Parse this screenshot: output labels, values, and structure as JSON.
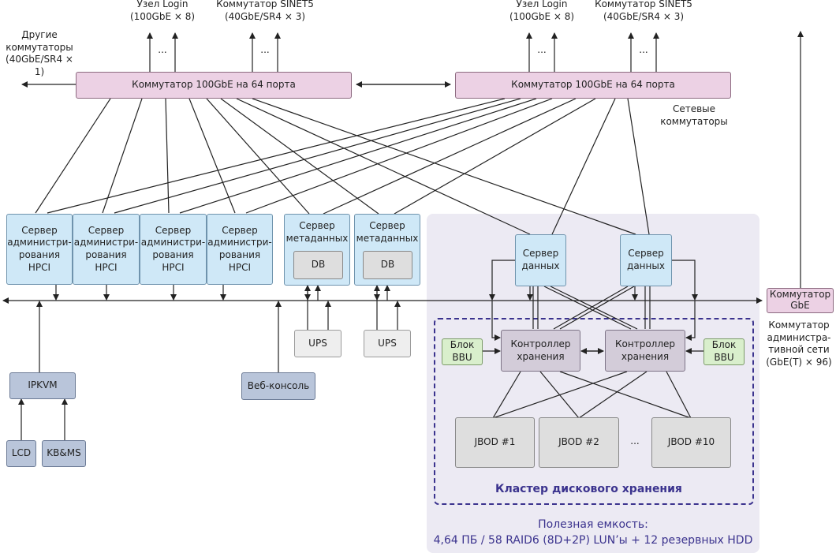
{
  "top": {
    "login_a": "Узел Login\n(100GbE × 8)",
    "sinet_a": "Коммутатор SINET5\n(40GbE/SR4 × 3)",
    "login_b": "Узел Login\n(100GbE × 8)",
    "sinet_b": "Коммутатор SINET5\n(40GbE/SR4 × 3)",
    "other_switches": "Другие\nкоммутаторы\n(40GbE/SR4 × 1)",
    "dots": "..."
  },
  "switches": {
    "left": "Коммутатор 100GbE на 64 порта",
    "right": "Коммутатор 100GbE на 64 порта",
    "caption": "Сетевые\nкоммутаторы"
  },
  "hpci_servers": [
    "Сервер\nадминистри-\nрования\nHPCI",
    "Сервер\nадминистри-\nрования\nHPCI",
    "Сервер\nадминистри-\nрования\nHPCI",
    "Сервер\nадминистри-\nрования\nHPCI"
  ],
  "meta_servers": [
    {
      "label": "Сервер\nметаданных",
      "db": "DB",
      "ups": "UPS"
    },
    {
      "label": "Сервер\nметаданных",
      "db": "DB",
      "ups": "UPS"
    }
  ],
  "data_servers": [
    "Сервер\nданных",
    "Сервер\nданных"
  ],
  "controllers": [
    "Контроллер\nхранения",
    "Контроллер\nхранения"
  ],
  "bbu": [
    "Блок\nBBU",
    "Блок\nBBU"
  ],
  "jbods": [
    "JBOD #1",
    "JBOD #2",
    "...",
    "JBOD #10"
  ],
  "cluster_title": "Кластер дискового хранения",
  "capacity": {
    "line1": "Полезная емкость:",
    "line2": "4,64 ПБ / 58 RAID6 (8D+2P) LUN’ы + 12 резервных HDD"
  },
  "gbe_switch": {
    "label": "Коммутатор\nGbE",
    "caption": "Коммутатор\nадминистра-\nтивной сети\n(GbE(T) × 96)"
  },
  "peripherals": {
    "ipkvm": "IPKVM",
    "lcd": "LCD",
    "kbms": "KB&MS",
    "web_console": "Веб-консоль"
  },
  "colors": {
    "switch": "#ecd1e4",
    "server": "#cfe8f7",
    "storage_panel": "#eceaf3",
    "cluster_accent": "#3b338e"
  }
}
